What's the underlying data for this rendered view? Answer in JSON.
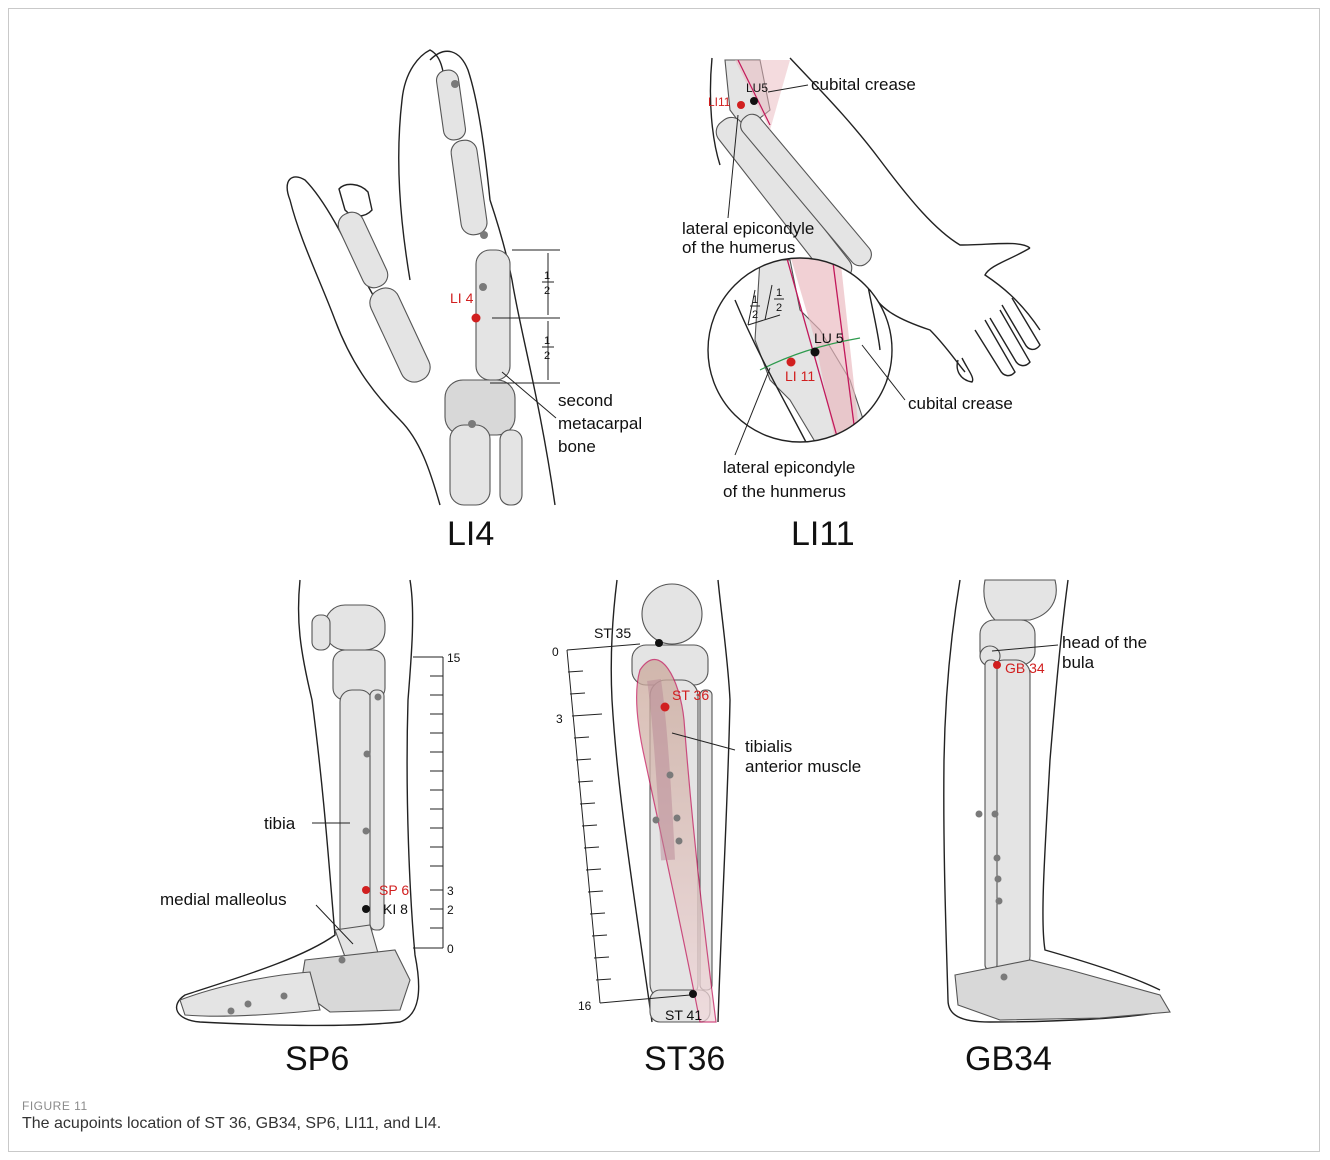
{
  "panels": {
    "li4": {
      "title": "LI4",
      "point": "LI 4",
      "bone_line1": "second",
      "bone_line2": "metacarpal",
      "bone_line3": "bone",
      "frac_num": "1",
      "frac_den": "2"
    },
    "li11": {
      "title": "LI11",
      "point_top": "LI11",
      "lu_top": "LU5",
      "crease_top": "cubital crease",
      "epi_top_1": "lateral epicondyle",
      "epi_top_2": "of the humerus",
      "point_zoom": "LI 11",
      "lu_zoom": "LU 5",
      "crease_zoom": "cubital crease",
      "epi_zoom_1": "lateral epicondyle",
      "epi_zoom_2": "of the hunmerus",
      "frac_num": "1",
      "frac_den": "2"
    },
    "sp6": {
      "title": "SP6",
      "point": "SP 6",
      "ki": "KI 8",
      "tibia": "tibia",
      "malleolus": "medial malleolus",
      "ticks": [
        "15",
        "3",
        "2",
        "0"
      ]
    },
    "st36": {
      "title": "ST36",
      "point": "ST 36",
      "st35": "ST 35",
      "st41": "ST 41",
      "muscle_1": "tibialis",
      "muscle_2": "anterior muscle",
      "ticks": [
        "0",
        "3",
        "16"
      ]
    },
    "gb34": {
      "title": "GB34",
      "point": "GB 34",
      "head_1": "head of the",
      "head_2": "bula"
    }
  },
  "colors": {
    "acupoint": "#d11f1f",
    "reference_point": "#111111",
    "other_point": "#7a7a7a",
    "bone_fill": "#e4e4e4",
    "muscle_fill": "#e9b7bd",
    "meridian_line": "#c2185b",
    "crease_line": "#2e9b4e"
  },
  "caption": {
    "label": "FIGURE 11",
    "text": "The acupoints location of ST 36, GB34, SP6, LI11, and LI4."
  }
}
